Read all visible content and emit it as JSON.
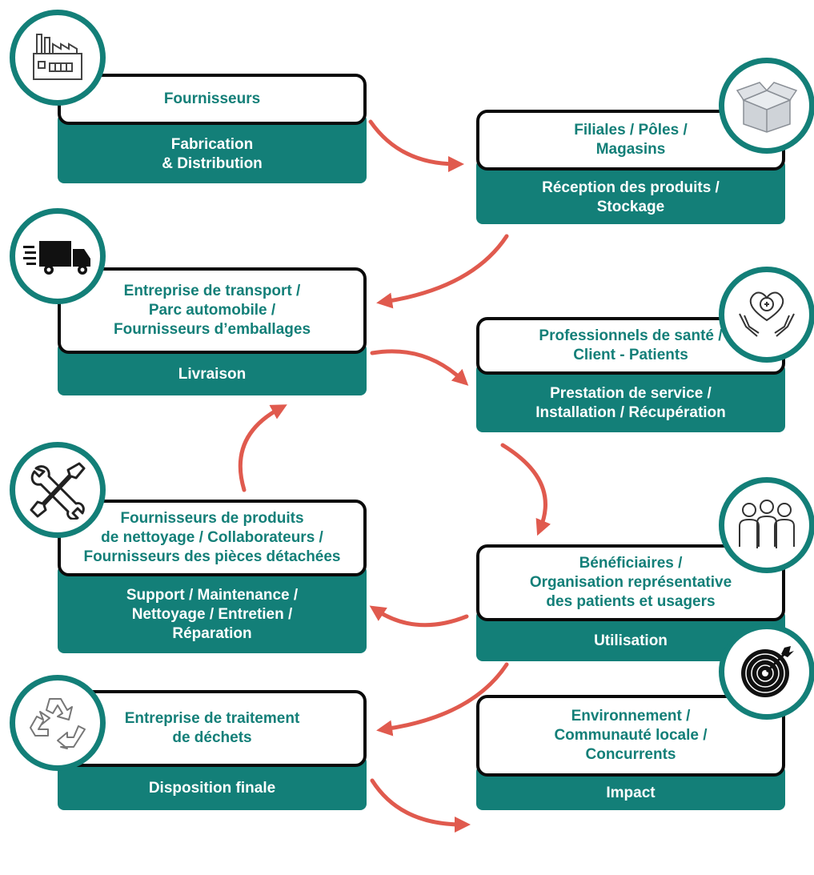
{
  "colors": {
    "teal": "#137f78",
    "arrow": "#e05a4e",
    "border": "#0a0a0a"
  },
  "cards": [
    {
      "top": "Fournisseurs",
      "bottom": "Fabrication\n& Distribution",
      "icon": "factory-icon"
    },
    {
      "top": "Filiales / Pôles /\nMagasins",
      "bottom": "Réception des produits /\nStockage",
      "icon": "box-icon"
    },
    {
      "top": "Entreprise de transport /\nParc automobile /\nFournisseurs d’emballages",
      "bottom": "Livraison",
      "icon": "truck-icon"
    },
    {
      "top": "Professionnels de santé /\nClient - Patients",
      "bottom": "Prestation de service /\nInstallation / Récupération",
      "icon": "care-hands-icon"
    },
    {
      "top": "Fournisseurs de produits\nde nettoyage / Collaborateurs /\nFournisseurs des pièces détachées",
      "bottom": "Support / Maintenance /\nNettoyage / Entretien /\nRéparation",
      "icon": "tools-icon"
    },
    {
      "top": "Bénéficiaires /\nOrganisation représentative\ndes patients et usagers",
      "bottom": "Utilisation",
      "icon": "people-icon"
    },
    {
      "top": "Entreprise de traitement\nde déchets",
      "bottom": "Disposition finale",
      "icon": "recycle-icon"
    },
    {
      "top": "Environnement /\nCommunauté locale /\nConcurrents",
      "bottom": "Impact",
      "icon": "target-icon"
    }
  ]
}
